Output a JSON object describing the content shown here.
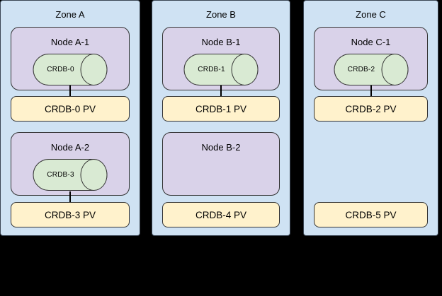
{
  "diagram": {
    "background": "#000000",
    "palette": {
      "zone_fill": "#cfe2f3",
      "zone_border": "#3a4553",
      "node_fill": "#d9d2e9",
      "node_border": "#333333",
      "db_fill": "#d9ead3",
      "db_border": "#333333",
      "pv_fill": "#fff2cc",
      "pv_border": "#333333",
      "connector": "#000000",
      "text": "#000000"
    },
    "zones": [
      {
        "title": "Zone A",
        "node1": {
          "title": "Node A-1",
          "db_label": "CRDB-0"
        },
        "pv1": {
          "label": "CRDB-0 PV"
        },
        "node2": {
          "title": "Node A-2",
          "db_label": "CRDB-3"
        },
        "pv2": {
          "label": "CRDB-3 PV"
        }
      },
      {
        "title": "Zone B",
        "node1": {
          "title": "Node B-1",
          "db_label": "CRDB-1"
        },
        "pv1": {
          "label": "CRDB-1 PV"
        },
        "node2": {
          "title": "Node B-2"
        },
        "pv2": {
          "label": "CRDB-4 PV"
        }
      },
      {
        "title": "Zone C",
        "node1": {
          "title": "Node C-1",
          "db_label": "CRDB-2"
        },
        "pv1": {
          "label": "CRDB-2 PV"
        },
        "pv2": {
          "label": "CRDB-5 PV"
        }
      }
    ]
  }
}
